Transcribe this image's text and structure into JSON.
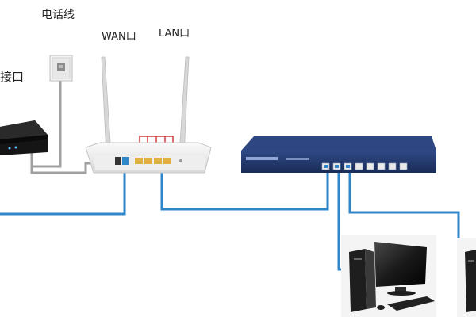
{
  "labels": {
    "phone_line": "电话线",
    "wan_port": "WAN口",
    "lan_port": "LAN口",
    "modem_port": "接口"
  },
  "colors": {
    "blue_cable": "#2f86c8",
    "gray_cable": "#9a9a9a",
    "red_indicator": "#d43a3a",
    "switch_body": "#233a6e",
    "router_body": "#f2f2f2",
    "modem_body": "#151515"
  },
  "icons": [
    "phone-wall-socket-icon",
    "adsl-modem-icon",
    "wifi-router-icon",
    "network-switch-icon",
    "desktop-computer-icon"
  ]
}
